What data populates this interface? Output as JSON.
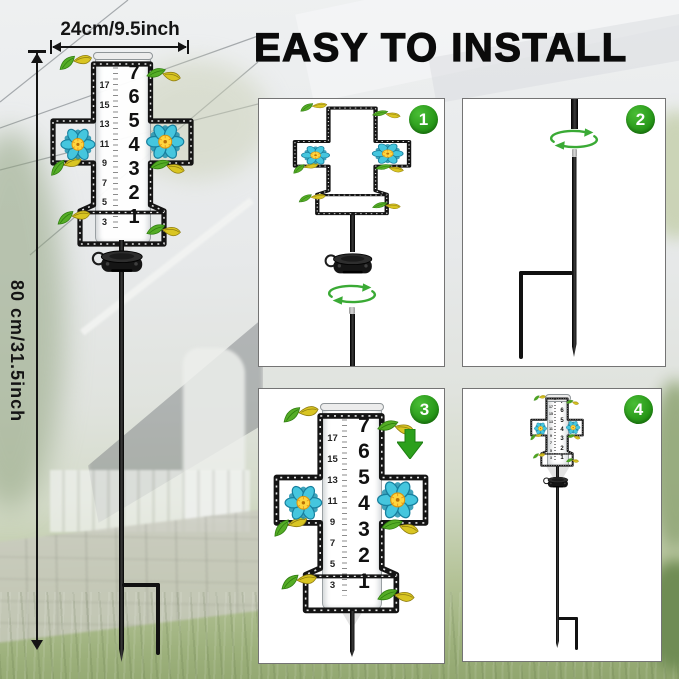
{
  "title": "EASY TO INSTALL",
  "product": {
    "width_label": "24cm/9.5inch",
    "height_label": "80 cm/31.5inch"
  },
  "gauge": {
    "inch_scale": [
      "7",
      "6",
      "5",
      "4",
      "3",
      "2",
      "1"
    ],
    "cm_scale": [
      "17",
      "15",
      "13",
      "11",
      "9",
      "7",
      "5",
      "3"
    ]
  },
  "steps": [
    {
      "number": "1"
    },
    {
      "number": "2"
    },
    {
      "number": "3"
    },
    {
      "number": "4"
    }
  ],
  "icons": {
    "rotate_icon": "circular-rotation-arrows",
    "down_arrow_icon": "insert-down-arrow",
    "step_badge_icon": "green-numbered-circle"
  },
  "colors": {
    "step_badge_green": "#2da51f",
    "action_green": "#3aaa35",
    "flower_petal_blue": "#45c6de",
    "flower_center_yellow": "#ffd53e",
    "leaf_green": "#55ad26",
    "leaf_yellow": "#d9c522",
    "frame_black": "#141414"
  }
}
